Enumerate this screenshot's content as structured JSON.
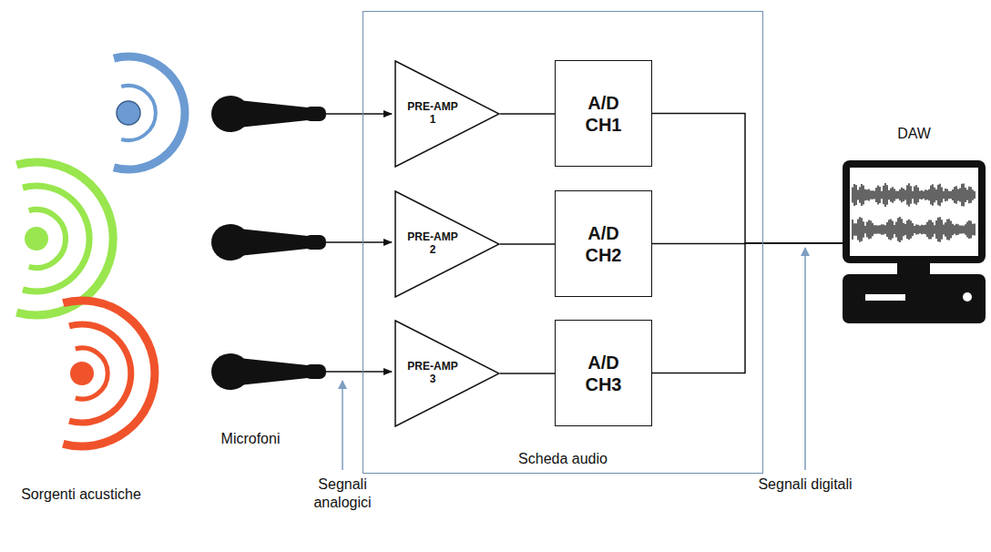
{
  "diagram": {
    "nodes": [
      {
        "text": [
          "Scheda audio"
        ]
      },
      {
        "text": [
          "PRE-AMP 1"
        ],
        "in": 0
      },
      {
        "text": [
          "A/D CH1"
        ],
        "in": 0
      },
      {
        "text": [
          "PRE-AMP 2"
        ],
        "in": 0
      },
      {
        "text": [
          "A/D CH2"
        ],
        "in": 0
      },
      {
        "text": [
          "PRE-AMP 3"
        ],
        "in": 0
      },
      {
        "text": [
          "A/D CH3"
        ],
        "in": 0
      },
      {
        "text": [
          "DAW"
        ]
      }
    ],
    "edges": [
      {
        "from": 1,
        "to": 2,
        "arrow": "none"
      },
      {
        "from": 3,
        "to": 4,
        "arrow": "none"
      },
      {
        "from": 5,
        "to": 6,
        "arrow": "none"
      },
      {
        "from": 2,
        "to": 7,
        "arrow": "none"
      },
      {
        "from": 4,
        "to": 7,
        "arrow": "none"
      },
      {
        "from": 6,
        "to": 7,
        "arrow": "none"
      }
    ],
    "labels": [
      "Sorgenti acustiche",
      "Microfoni",
      "Segnali analogici",
      "Segnali digitali"
    ]
  }
}
